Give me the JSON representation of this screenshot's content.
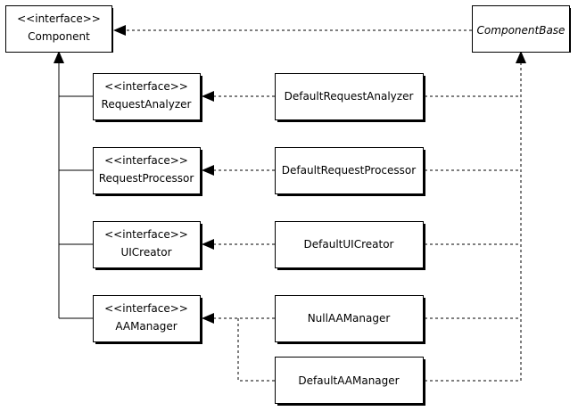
{
  "component": {
    "stereotype": "<<interface>>",
    "name": "Component"
  },
  "component_base": {
    "name": "ComponentBase"
  },
  "interfaces": [
    {
      "stereotype": "<<interface>>",
      "name": "RequestAnalyzer"
    },
    {
      "stereotype": "<<interface>>",
      "name": "RequestProcessor"
    },
    {
      "stereotype": "<<interface>>",
      "name": "UICreator"
    },
    {
      "stereotype": "<<interface>>",
      "name": "AAManager"
    }
  ],
  "implementations": [
    {
      "name": "DefaultRequestAnalyzer"
    },
    {
      "name": "DefaultRequestProcessor"
    },
    {
      "name": "DefaultUICreator"
    },
    {
      "name": "NullAAManager"
    },
    {
      "name": "DefaultAAManager"
    }
  ]
}
